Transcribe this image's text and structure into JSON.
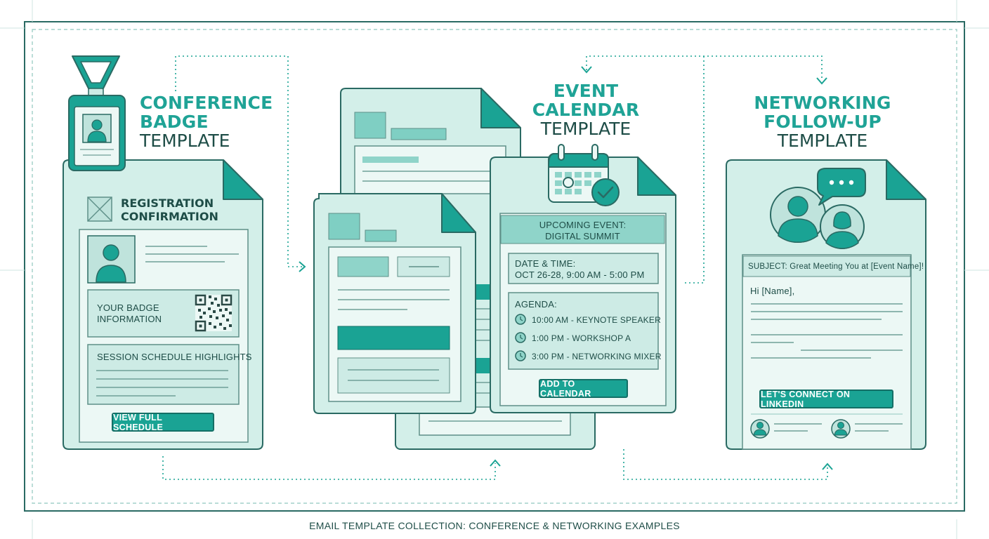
{
  "footer": "EMAIL TEMPLATE COLLECTION: CONFERENCE & NETWORKING EXAMPLES",
  "colors": {
    "teal": "#1aa394",
    "dark": "#1e4d47",
    "mint": "#cfeee8",
    "pale": "#e6f6f2"
  },
  "badge": {
    "title_line1": "CONFERENCE",
    "title_line2": "BADGE",
    "title_line3": "TEMPLATE",
    "heading_line1": "REGISTRATION",
    "heading_line2": "CONFIRMATION",
    "badge_info_line1": "YOUR BADGE",
    "badge_info_line2": "INFORMATION",
    "session_heading": "SESSION SCHEDULE HIGHLIGHTS",
    "button": "VIEW FULL SCHEDULE"
  },
  "calendar": {
    "title_line1": "EVENT",
    "title_line2": "CALENDAR",
    "title_line3": "TEMPLATE",
    "upcoming_line1": "UPCOMING EVENT:",
    "upcoming_line2": "DIGITAL SUMMIT",
    "date_label": "DATE & TIME:",
    "date_value": "OCT 26-28, 9:00 AM - 5:00 PM",
    "agenda_label": "AGENDA:",
    "agenda": [
      "10:00 AM - KEYNOTE SPEAKER",
      "1:00 PM - WORKSHOP A",
      "3:00 PM - NETWORKING MIXER"
    ],
    "button": "ADD TO CALENDAR"
  },
  "networking": {
    "title_line1": "NETWORKING",
    "title_line2": "FOLLOW-UP",
    "title_line3": "TEMPLATE",
    "subject": "SUBJECT: Great Meeting You at [Event Name]!",
    "greeting": "Hi [Name],",
    "button": "LET'S CONNECT ON LINKEDIN"
  }
}
